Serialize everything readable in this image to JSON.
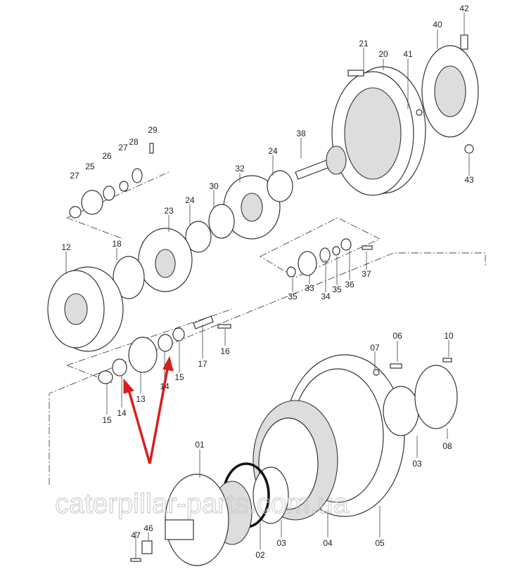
{
  "diagram": {
    "title": "Final drive exploded view",
    "labels": [
      "42",
      "40",
      "21",
      "20",
      "41",
      "29",
      "28",
      "27",
      "26",
      "25",
      "27",
      "38",
      "24",
      "32",
      "30",
      "24",
      "23",
      "43",
      "12",
      "18",
      "37",
      "35",
      "34",
      "36",
      "35",
      "33",
      "16",
      "17",
      "15",
      "14",
      "13",
      "14",
      "15",
      "07",
      "06",
      "10",
      "01",
      "08",
      "03",
      "47",
      "46",
      "02",
      "03",
      "04",
      "05"
    ],
    "highlight_color": "#d81e1e",
    "watermark": "caterpillar-parts.com.ua"
  }
}
